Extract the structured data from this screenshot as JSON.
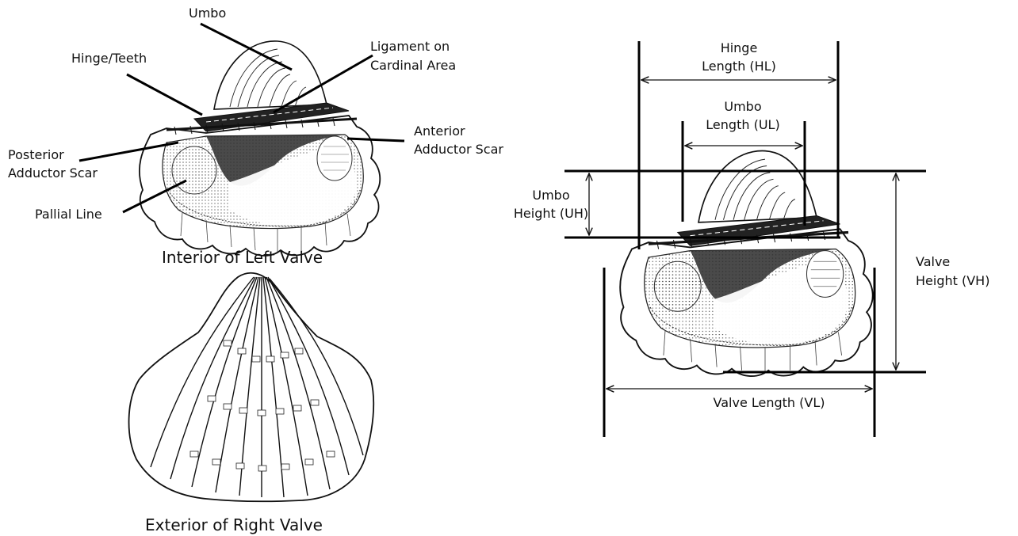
{
  "interior": {
    "caption": "Interior of Left Valve",
    "labels": {
      "umbo": "Umbo",
      "ligament_line1": "Ligament on",
      "ligament_line2": "Cardinal Area",
      "hinge": "Hinge/Teeth",
      "anterior_line1": "Anterior",
      "anterior_line2": "Adductor Scar",
      "posterior_line1": "Posterior",
      "posterior_line2": "Adductor Scar",
      "pallial": "Pallial Line"
    }
  },
  "exterior": {
    "caption": "Exterior of Right Valve"
  },
  "measurements": {
    "hinge_line1": "Hinge",
    "hinge_line2": "Length (HL)",
    "umbo_len_line1": "Umbo",
    "umbo_len_line2": "Length (UL)",
    "umbo_ht_line1": "Umbo",
    "umbo_ht_line2": "Height (UH)",
    "valve_ht_line1": "Valve",
    "valve_ht_line2": "Height (VH)",
    "valve_length": "Valve Length (VL)"
  }
}
